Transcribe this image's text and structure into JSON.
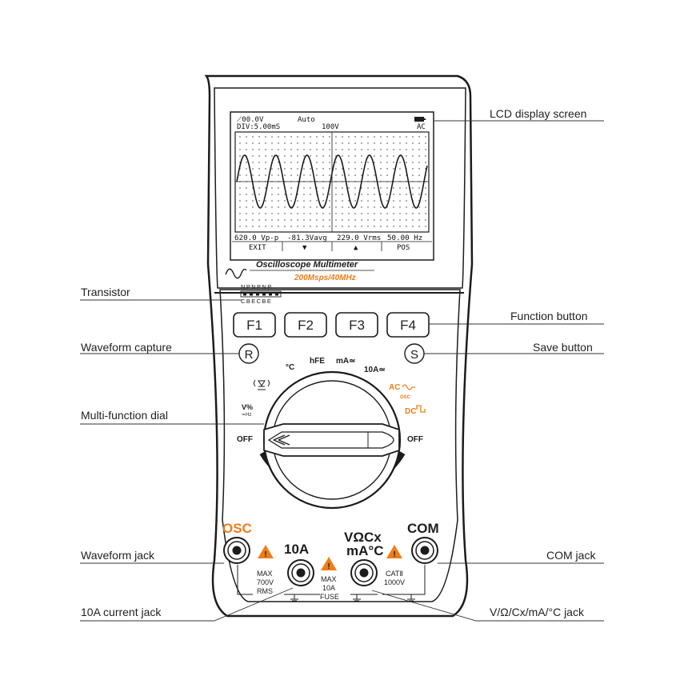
{
  "callouts": {
    "lcd_display_screen": "LCD display screen",
    "transistor": "Transistor",
    "function_button": "Function button",
    "waveform_capture": "Waveform capture",
    "save_button": "Save button",
    "multi_function_dial": "Multi-function dial",
    "waveform_jack": "Waveform jack",
    "com_jack": "COM jack",
    "current_jack_10a": "10A current jack",
    "v_ohm_jack": "V/Ω/Cx/mA/°C jack"
  },
  "lcd": {
    "trigger": "⟋00.0V",
    "mode": "Auto",
    "div": "DIV:5.00mS",
    "range": "100V",
    "coupling": "AC",
    "readout_vpp": "620.0 Vp-p",
    "readout_vavg": "-81.3Vavg",
    "readout_vrms": "229.0 Vrms",
    "readout_hz": "50.00 Hz",
    "softkey_1": "EXIT",
    "softkey_2": "▼",
    "softkey_3": "▲",
    "softkey_4": "POS"
  },
  "brand": {
    "name": "Oscilloscope Multimeter",
    "spec": "200Msps/40MHz"
  },
  "transistor_socket": {
    "top": "NPNPNP",
    "bottom": "CBECBE"
  },
  "buttons": {
    "f1": "F1",
    "f2": "F2",
    "f3": "F3",
    "f4": "F4",
    "r": "R",
    "s": "S"
  },
  "dial": {
    "celsius": "°C",
    "hfe": "hFE",
    "ma": "mA≃",
    "a10": "10A≃",
    "ac": "AC",
    "osc": "OSC",
    "dc": "DC",
    "vpct": "V%",
    "hz": "≃Hz",
    "off_left": "OFF",
    "off_right": "OFF"
  },
  "jacks": {
    "osc": "OSC",
    "a10": "10A",
    "vocx_line1": "VΩCx",
    "vocx_line2": "mA°C",
    "com": "COM",
    "max700_1": "MAX",
    "max700_2": "700V",
    "max700_3": "RMS",
    "max10_1": "MAX",
    "max10_2": "10A",
    "fuse": "FUSE",
    "cat": "CATⅡ",
    "cat_v": "1000V"
  },
  "colors": {
    "accent_orange": "#ef7d1a",
    "outline": "#1c1c1c"
  }
}
